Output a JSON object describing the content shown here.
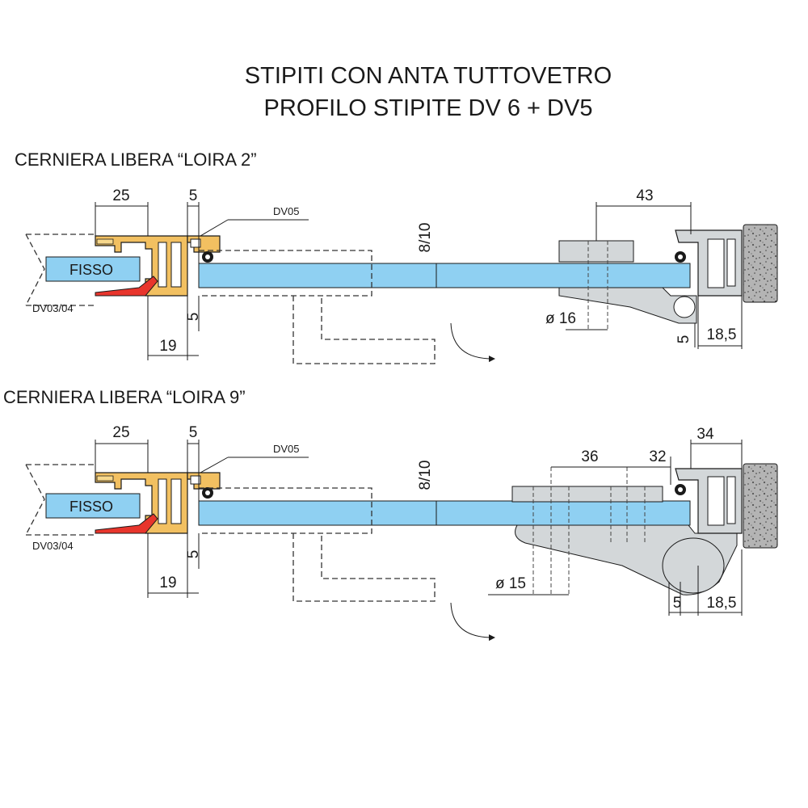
{
  "title": {
    "line1": "STIPITI CON ANTA TUTTOVETRO",
    "line2": "PROFILO STIPITE DV 6 + DV5"
  },
  "colors": {
    "glass": "#8fd0f2",
    "aluminium": "#f2c061",
    "gasket_red": "#e8352c",
    "hinge_grey": "#d3d7d9",
    "wall": "#b4b4b4",
    "line": "#1a1a1a"
  },
  "section1": {
    "heading": "CERNIERA LIBERA “LOIRA 2”",
    "fixed_label": "FISSO",
    "profile_label": "DV05",
    "gasket_label": "DV03/04",
    "dims": {
      "d25": "25",
      "d5_top": "5",
      "d5_side": "5",
      "d19": "19",
      "d8_10": "8/10",
      "d43": "43",
      "d16": "ø 16",
      "d5_right": "5",
      "d18_5": "18,5"
    }
  },
  "section2": {
    "heading": "CERNIERA LIBERA “LOIRA 9”",
    "fixed_label": "FISSO",
    "profile_label": "DV05",
    "gasket_label": "DV03/04",
    "dims": {
      "d25": "25",
      "d5_top": "5",
      "d5_side": "5",
      "d19": "19",
      "d8_10": "8/10",
      "d36": "36",
      "d32": "32",
      "d34": "34",
      "d15": "ø 15",
      "d5_right": "5",
      "d18_5": "18,5"
    }
  }
}
